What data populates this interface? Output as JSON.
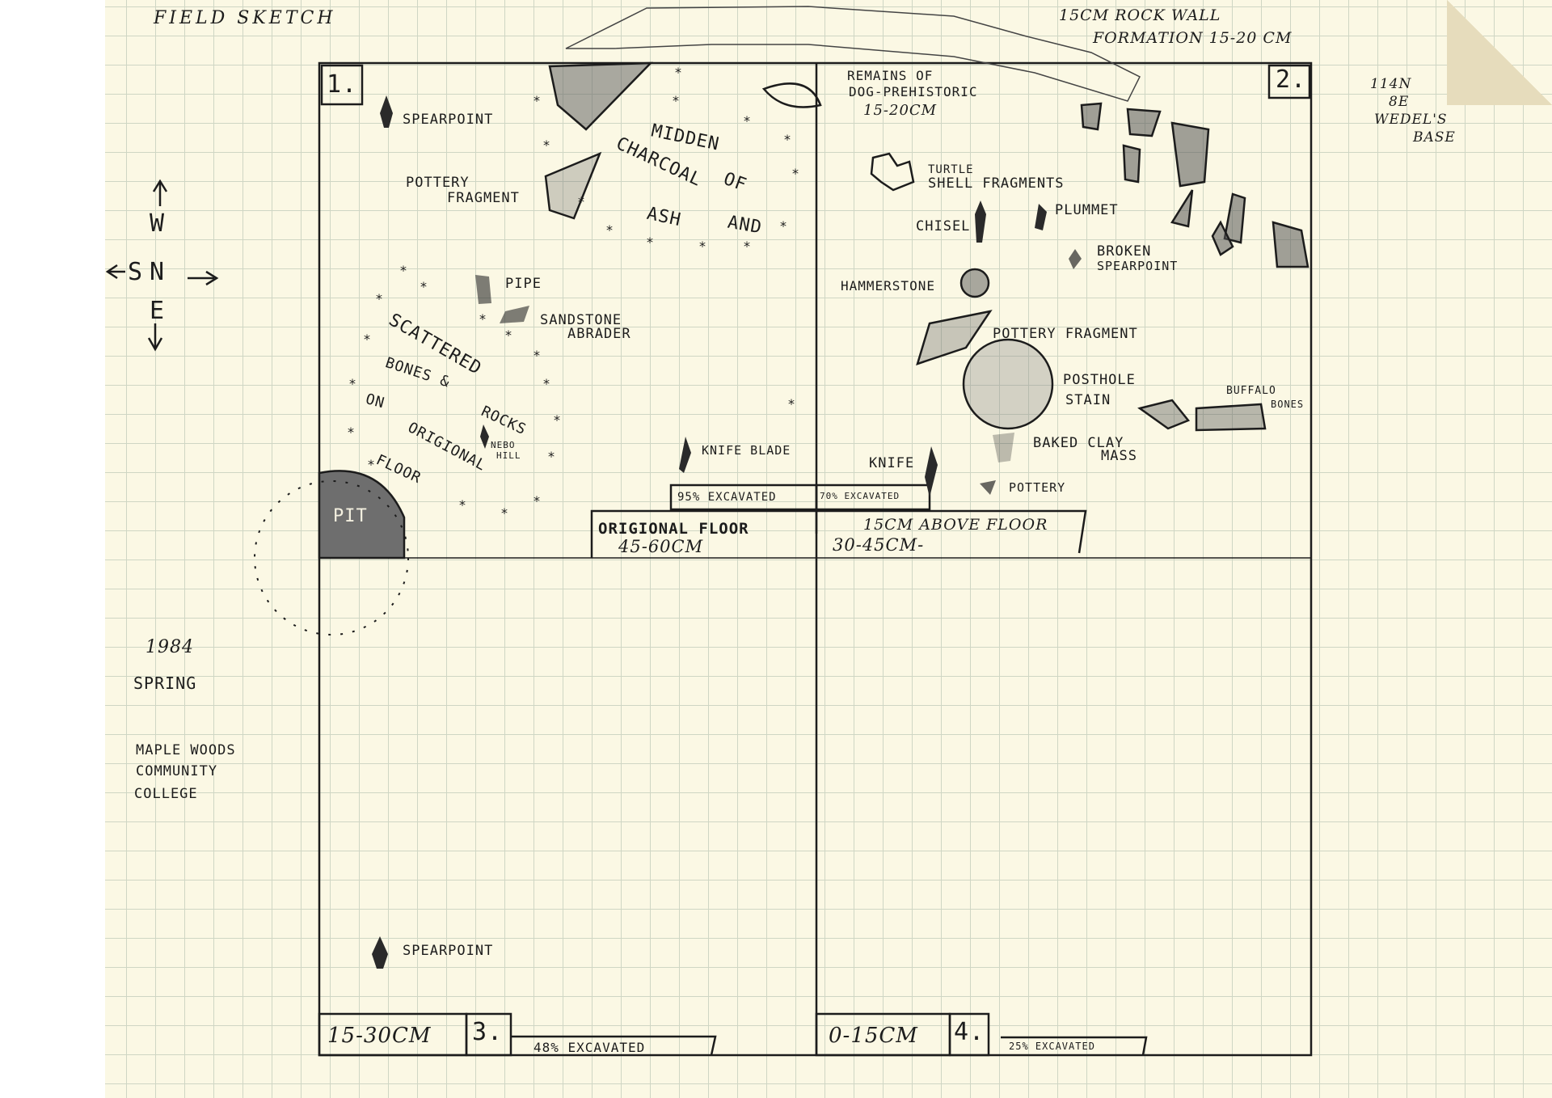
{
  "sheet": {
    "title": "FIELD SKETCH",
    "rock_wall_note": [
      "15cm ROCK WALL",
      "FORMATION 15-20 cm"
    ],
    "datum": [
      "114N",
      "8E",
      "WEDEL'S",
      "BASE"
    ],
    "year": "1984",
    "season": "SPRING",
    "institution": [
      "MAPLE WOODS",
      "COMMUNITY",
      "COLLEGE"
    ]
  },
  "compass": {
    "up": "W",
    "left": "S",
    "center": "N",
    "down": "E"
  },
  "units": [
    {
      "number": "1."
    },
    {
      "number": "2."
    },
    {
      "number": "3.",
      "depth": "15-30cm",
      "excavated": "48% EXCAVATED"
    },
    {
      "number": "4.",
      "depth": "0-15cm",
      "excavated": "25% EXCAVATED"
    }
  ],
  "floor_labels": {
    "unit1_excavated": "95% EXCAVATED",
    "unit2_excavated": "70% EXCAVATED",
    "original_floor": [
      "ORIGIONAL FLOOR",
      "45-60CM"
    ],
    "above_floor": [
      "15CM ABOVE FLOOR",
      "30-45cm-"
    ]
  },
  "features": {
    "spearpoint_1": "SPEARPOINT",
    "pottery_fragment_1": [
      "POTTERY",
      "FRAGMENT"
    ],
    "midden": [
      "MIDDEN",
      "OF",
      "CHARCOAL",
      "AND",
      "ASH"
    ],
    "pipe": "PIPE",
    "sandstone_abrader": [
      "SANDSTONE",
      "ABRADER"
    ],
    "scattered": [
      "SCATTERED",
      "BONES &",
      "ROCKS",
      "ON",
      "ORIGIONAL",
      "FLOOR"
    ],
    "nebo_hill": [
      "NEBO",
      "HILL"
    ],
    "knife_blade": "KNIFE BLADE",
    "pit": "PIT",
    "dog_remains": [
      "REMAINS OF",
      "DOG-PREHISTORIC",
      "15-20cm"
    ],
    "turtle_shell": [
      "TURTLE",
      "SHELL FRAGMENTS"
    ],
    "plummet": "PLUMMET",
    "chisel": "CHISEL",
    "broken_spearpoint": [
      "BROKEN",
      "SPEARPOINT"
    ],
    "hammerstone": "HAMMERSTONE",
    "pottery_fragment_2": "POTTERY FRAGMENT",
    "posthole": [
      "POSTHOLE",
      "STAIN"
    ],
    "buffalo_bones": [
      "BUFFALO",
      "BONES"
    ],
    "baked_clay": [
      "BAKED CLAY",
      "MASS"
    ],
    "knife": "KNIFE",
    "pottery": "POTTERY",
    "spearpoint_3": "SPEARPOINT"
  }
}
